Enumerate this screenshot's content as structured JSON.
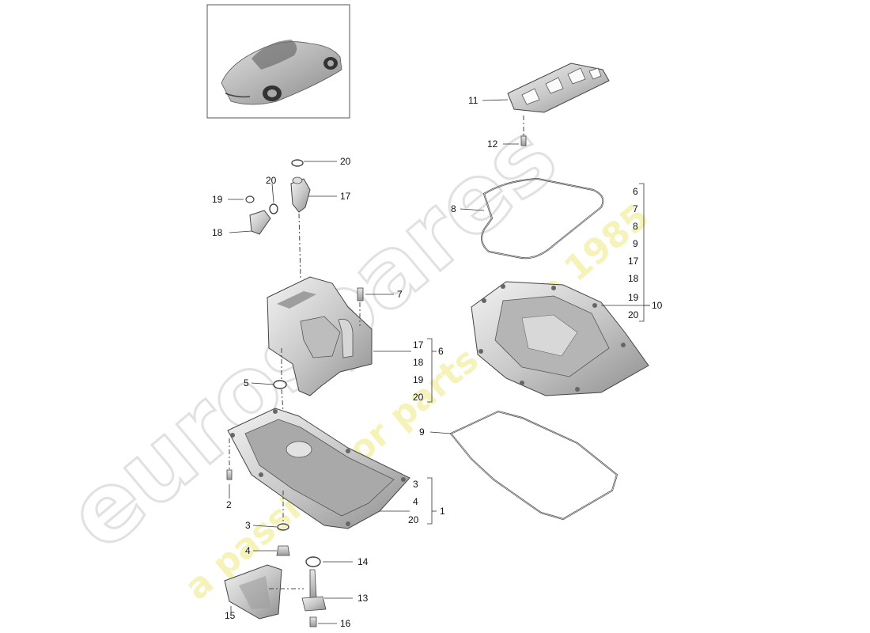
{
  "watermark": {
    "brand": "eurospares",
    "tagline": "a passion for parts since 1985",
    "brand_color": "#e6e6e6",
    "tagline_color": "#f3f08a"
  },
  "thumbnail": {
    "subject": "car-icon"
  },
  "callouts": {
    "n1": "1",
    "n2": "2",
    "n3a": "3",
    "n4a": "4",
    "n5": "5",
    "n7a": "7",
    "n8a": "8",
    "n9a": "9",
    "n10": "10",
    "n11": "11",
    "n12": "12",
    "n13": "13",
    "n14": "14",
    "n15": "15",
    "n16": "16",
    "n17a": "17",
    "n18a": "18",
    "n19a": "19",
    "n20a": "20",
    "n20b": "20"
  },
  "groups": {
    "g1": {
      "ref": "1",
      "items": [
        "3",
        "4",
        "20"
      ]
    },
    "g6": {
      "ref": "6",
      "items": [
        "17",
        "18",
        "19",
        "20"
      ]
    },
    "g10": {
      "ref": "10",
      "items": [
        "6",
        "7",
        "8",
        "9",
        "17",
        "18",
        "19",
        "20"
      ]
    }
  }
}
